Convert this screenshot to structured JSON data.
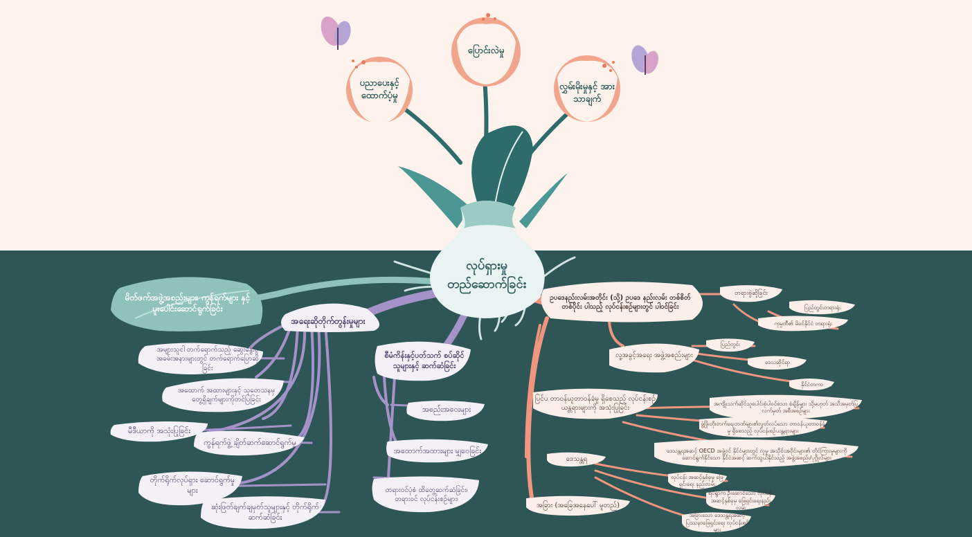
{
  "colors": {
    "sky": "#fdf2ec",
    "soil": "#2e5656",
    "teal_leaf": "#8fc1bd",
    "purple_leaf": "#f4f0f8",
    "purple_line": "#a592c9",
    "coral_leaf": "#fcefe9",
    "coral_line": "#f0957e",
    "flower_petal": "#f1a58c",
    "stem": "#2e6b6b"
  },
  "flowers": {
    "left": "ပညာပေးနှင့် ထောက်ပံ့မှု",
    "center": "ပြောင်းလဲမှု",
    "right": "လွှမ်းမိုးမှုနှင့် အားသာချက်"
  },
  "core": "လုပ်ရှားမှု တည်ဆောက်ခြင်း",
  "teal_leaf": "မိတ်ဖက်အဖွဲ့အစည်းများ၊ ကွန်ရက်များ နှင့် ပူးပေါင်းဆောင်ရွက်ခြင်း",
  "purple": {
    "head": "အရေးဆိုတိုက်တွန်းမှုများ",
    "items": [
      "အများသူငါ တက်ရောက်သည့် ဆွေးနွေးပွဲ အခမ်းအနားများတွင် တက်ရောက်ပြောဆိုခြင်း",
      "အထောက် အထားများနှင့် သုတေသနမှ တွေ့ရှိချက်များကိုတင်ပြခြင်း",
      "မီဒီယာကို အသုံးပြုခြင်း",
      "ကွန်ရက်ဖွဲ့ ချိတ်ဆက်ဆောင်ရွက်မှု",
      "တိုက်ရိုက်လုပ်ရှား ဆောင်ရွက်မှုများ",
      "ဆုံးဖြတ်ချက်ချမှတ်သူများနှင့် တိုက်ရိုက် ဆက်ဆံခြင်း"
    ],
    "stake_head": "စီမံကိန်းနှင့်ပတ်သက် စပ်ဆိုင်သူများနှင့် ဆက်ဆံခြင်း",
    "stake_items": [
      "အစည်းအဝေးများ",
      "အထောက်အထားများ မျှဝေခြင်း",
      "တရားဝင်ပုံစံ ထိတွေ့ဆက်ဆံခြင်း၊ တရားဝင် လုပ်ငန်းစဉ်များ၊"
    ]
  },
  "coral": {
    "top": "ဥပဒေနည်းလမ်းအတိုင်း (သို့) ဥပဒေ နည်းလမ်း တစ်စိတ်တစ်ပိုင်း ပါသည့် လုပ်ငန်းစဉ်များတွင် ပါဝင်ခြင်း",
    "legal_head": "တရားစွဲဆိုခြင်း",
    "legal": [
      "ပြည်တွင်းတရားရုံး",
      "ကုမ္ပဏီ၏ မိခင်နိုင်ငံ တရားရုံး"
    ],
    "rights_head": "လူ့အခွင့်အရေး အဖွဲ့အစည်းများ",
    "rights": [
      "ပြည်တွင်း",
      "ဒေသဆိုင်ရာ",
      "နိုင်ငံတကာ"
    ],
    "griev_head": "ပြင်ပ တာဝန်ယူတာဝန်ခံမှု ရှိစေသည့် လုပ်ငန်းစဉ်ယန္တရားများကို အသုံးပြုခြင်း",
    "griev": [
      "အကျိုးသက်ဆိုင်သူပေါင်းစုံပါဝင်သော စံချိန်များ သို့မဟုတ် အသိအမှတ်ပြုလက်မှတ် အစီအစဉ်များ",
      "ဖွံ့ဖြိုးတိုးတက်ရေးဘဏ်များ၏လွတ်လပ်သော တာဝန်ယူတာဝန်ခံမှု ရှိစေသည့် လုပ်ငန်းစဉ်ယန္တရားများ",
      "ဒေသန္တရအဆင့် OECD အဖွဲ့ဝင် နိုင်ငံများတွင် လူမှု အသိုင်းအဝိုင်းများ၏ တိုင်ကြားမှုများကို ဆောင်ရွက်နိုင်သော နိုင်ငံအဆင့် ဆက်သွယ်နိုင်သည့် အဖွဲ့အစည်း/ပုဂ္ဂိုလ်များ"
    ],
    "regional_head": "ဒေသန္တရ",
    "regional": [
      "လုပ်ငန်း အဆင့်နှစ်ခုမှ ဖြေရှင်းရေး နည်းလမ်း",
      "ရပ်ရွာက ဦးဆောင်သော လုပ်ငန်း အဆင့်နှစ်ခုမှ ဖြေရှင်းရေးနည်းလမ်း",
      "အခြားသော ဒေသန္တရအဆင့် ပြဿနာဖြေရှင်းရေး လုပ်ငန်းစဉ်များ"
    ],
    "other": "အခြား (အခြေအနေပေါ် မူတည်)"
  }
}
